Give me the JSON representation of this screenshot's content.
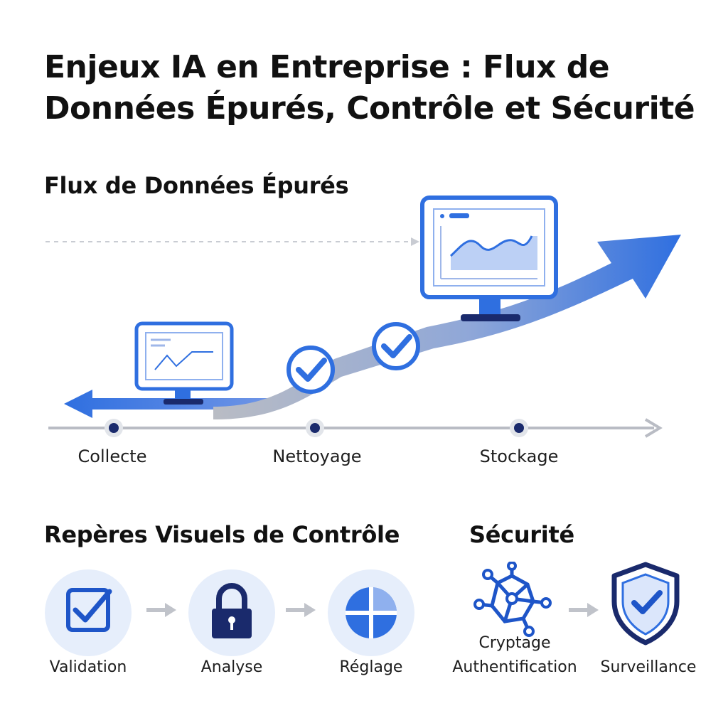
{
  "title": "Enjeux IA en Entreprise : Flux de Données Épurés, Contrôle et Sécurité",
  "flow": {
    "heading": "Flux de Données Épurés",
    "stages": [
      "Collecte",
      "Nettoyage",
      "Stockage"
    ]
  },
  "control": {
    "heading": "Repères Visuels de Contrôle",
    "steps": [
      {
        "label": "Validation",
        "icon": "checkbox-icon"
      },
      {
        "label": "Analyse",
        "icon": "padlock-icon"
      },
      {
        "label": "Réglage",
        "icon": "adjust-grid-icon"
      }
    ]
  },
  "security": {
    "heading": "Sécurité",
    "steps": [
      {
        "label_top": "Cryptage",
        "label": "Authentification",
        "icon": "network-icon"
      },
      {
        "label": "Surveillance",
        "icon": "shield-check-icon"
      }
    ]
  },
  "colors": {
    "accent": "#2f6fe0",
    "navy": "#1a2a6c",
    "circle_bg": "#e6eefb",
    "gray_arrow": "#b9bcc4"
  }
}
